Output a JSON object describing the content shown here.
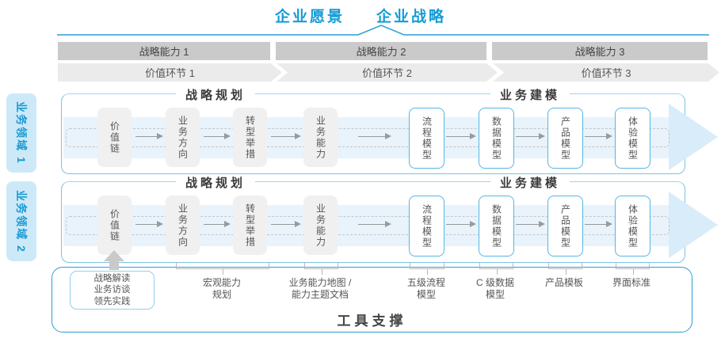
{
  "title": {
    "vision": "企业愿景",
    "strategy": "企业战略"
  },
  "capabilities": [
    "战略能力 1",
    "战略能力 2",
    "战略能力 3"
  ],
  "value_links": [
    "价值环节 1",
    "价值环节 2",
    "价值环节 3"
  ],
  "domains": [
    "业务领域 1",
    "业务领域 2"
  ],
  "row_headers": {
    "planning": "战略规划",
    "modeling": "业务建模"
  },
  "box_labels": [
    "价值链",
    "业务方向",
    "转型举措",
    "业务能力",
    "流程模型",
    "数据模型",
    "产品模型",
    "体验模型"
  ],
  "annotations": {
    "practice_box": "战略解读\n业务访谈\n领先实践",
    "labels": [
      "宏观能力\n规划",
      "业务能力地图 /\n能力主题文档",
      "五级流程\n模型",
      "C 级数据\n模型",
      "产品模板",
      "界面标准"
    ]
  },
  "footer": {
    "tool_support": "工具支撑"
  },
  "colors": {
    "accent_blue": "#149bd7",
    "row_border": "#7ac3e6",
    "band_fill": "#e8f3fb",
    "arrowhead_fill": "#d9ecf9",
    "gray_box": "#f0f0f0",
    "blue_box_border": "#56b6e3",
    "capability_bar": "#cacaca",
    "value_link_bar": "#ebebeb",
    "domain_label_fill": "#cde9f7",
    "tool_container_border": "#2c9dd7",
    "connector_gray": "#b8b8b8"
  }
}
